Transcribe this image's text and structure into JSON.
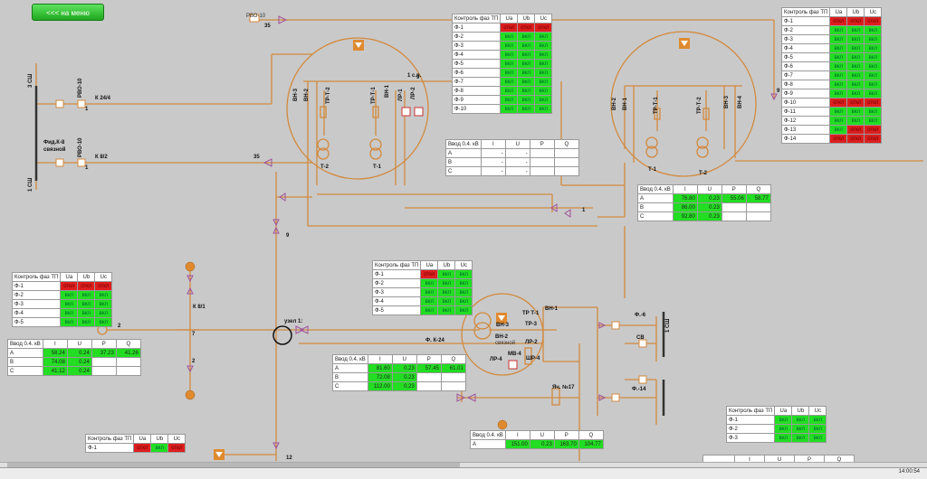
{
  "nav": {
    "back_label": "<<< на меню"
  },
  "status": {
    "time": "14:00:54"
  },
  "colors": {
    "line": "#d28a3e",
    "arrow": "#a0509a",
    "on": "#22dd22",
    "off": "#dd1e1e"
  },
  "labels": {
    "rvo10_top": "РВО-10",
    "n35_top": "35",
    "n35_mid": "35",
    "k24_4": "К 24/4",
    "k8_2": "К 8/2",
    "fid_k8": "Фид.К-8",
    "sv_left": "связной",
    "rvo10_a": "РВО-10",
    "rvo10_b": "РВО-10",
    "n1_a": "1",
    "n1_b": "1",
    "n1_c": "1",
    "n9_a": "9",
    "n9_b": "9",
    "n9_c": "9",
    "n2_a": "2",
    "n2_b": "2",
    "n7": "7",
    "n12": "12",
    "k8_1": "К 8/1",
    "uzel": "узел 1:",
    "f_k24": "Ф. К-24",
    "one_sv": "1 с.в.",
    "tr_t1": "ТР Т-1",
    "tr3": "ТР-3",
    "vn3": "ВН-3",
    "vn2": "ВН-2",
    "sv_small": "связной",
    "lr2": "ЛР-2",
    "lr4": "ЛР-4",
    "mv4": "МВ-4",
    "shr4": "ШР-4",
    "vn1_c": "ВН-1",
    "yach17": "Яч. №17",
    "f6": "Ф.-6",
    "f14": "Ф.-14",
    "sv": "СВ",
    "t2_l": "Т-2",
    "t1_l": "Т-1",
    "t1_r": "Т-1",
    "t2_r": "Т-2"
  },
  "vlabels": {
    "three_ssh": "3 СШ",
    "one_ssh_l": "1 СШ",
    "one_ssh_r": "1 СШ",
    "vn3_l": "ВН-3",
    "vn2_l": "ВН-2",
    "trt2": "ТР-Т-2",
    "trt1": "ТР-Т-1",
    "vn1_l": "ВН-1",
    "lr1": "ЛР-1",
    "lr2v": "ЛР-2",
    "vn2_r": "ВН-2",
    "vn1_r": "ВН-1",
    "trt1_r": "ТР-Т-1",
    "trt2_r": "ТР-Т-2",
    "vn3_r": "ВН-3",
    "vn4_r": "ВН-4"
  },
  "ctrl_headers": {
    "title": "Контроль фаз ТП",
    "ua": "Ua",
    "ub": "Ub",
    "uc": "Uc"
  },
  "vvod_headers": {
    "title": "Ввод 0.4. кВ",
    "i": "I",
    "u": "U",
    "p": "P",
    "q": "Q"
  },
  "state_text": {
    "on": "вкл",
    "off": "откл"
  },
  "ctrl_tables": [
    {
      "id": "ctrl1",
      "rows": [
        {
          "name": "Ф-1",
          "ua": "off",
          "ub": "off",
          "uc": "off"
        },
        {
          "name": "Ф-2",
          "ua": "on",
          "ub": "on",
          "uc": "on"
        },
        {
          "name": "Ф-3",
          "ua": "on",
          "ub": "on",
          "uc": "on"
        },
        {
          "name": "Ф-4",
          "ua": "on",
          "ub": "on",
          "uc": "on"
        },
        {
          "name": "Ф-5",
          "ua": "on",
          "ub": "on",
          "uc": "on"
        },
        {
          "name": "Ф-6",
          "ua": "on",
          "ub": "on",
          "uc": "on"
        },
        {
          "name": "Ф-7",
          "ua": "on",
          "ub": "on",
          "uc": "on"
        },
        {
          "name": "Ф-8",
          "ua": "on",
          "ub": "on",
          "uc": "on"
        },
        {
          "name": "Ф-9",
          "ua": "on",
          "ub": "on",
          "uc": "on"
        },
        {
          "name": "Ф-10",
          "ua": "on",
          "ub": "on",
          "uc": "on"
        }
      ]
    },
    {
      "id": "ctrl2",
      "rows": [
        {
          "name": "Ф-1",
          "ua": "off",
          "ub": "off",
          "uc": "off"
        },
        {
          "name": "Ф-2",
          "ua": "on",
          "ub": "on",
          "uc": "on"
        },
        {
          "name": "Ф-3",
          "ua": "on",
          "ub": "on",
          "uc": "on"
        },
        {
          "name": "Ф-4",
          "ua": "on",
          "ub": "on",
          "uc": "on"
        },
        {
          "name": "Ф-5",
          "ua": "on",
          "ub": "on",
          "uc": "on"
        },
        {
          "name": "Ф-6",
          "ua": "on",
          "ub": "on",
          "uc": "on"
        },
        {
          "name": "Ф-7",
          "ua": "on",
          "ub": "on",
          "uc": "on"
        },
        {
          "name": "Ф-8",
          "ua": "on",
          "ub": "on",
          "uc": "on"
        },
        {
          "name": "Ф-9",
          "ua": "on",
          "ub": "on",
          "uc": "on"
        },
        {
          "name": "Ф-10",
          "ua": "off",
          "ub": "off",
          "uc": "off"
        },
        {
          "name": "Ф-11",
          "ua": "on",
          "ub": "on",
          "uc": "on"
        },
        {
          "name": "Ф-12",
          "ua": "on",
          "ub": "on",
          "uc": "on"
        },
        {
          "name": "Ф-13",
          "ua": "on",
          "ub": "off",
          "uc": "off"
        },
        {
          "name": "Ф-14",
          "ua": "off",
          "ub": "off",
          "uc": "off"
        }
      ]
    },
    {
      "id": "ctrl3",
      "rows": [
        {
          "name": "Ф-1",
          "ua": "off",
          "ub": "off",
          "uc": "off"
        },
        {
          "name": "Ф-2",
          "ua": "on",
          "ub": "on",
          "uc": "on"
        },
        {
          "name": "Ф-3",
          "ua": "on",
          "ub": "on",
          "uc": "on"
        },
        {
          "name": "Ф-4",
          "ua": "on",
          "ub": "on",
          "uc": "on"
        },
        {
          "name": "Ф-5",
          "ua": "on",
          "ub": "on",
          "uc": "on"
        }
      ]
    },
    {
      "id": "ctrl4",
      "rows": [
        {
          "name": "Ф-1",
          "ua": "off",
          "ub": "on",
          "uc": "on"
        },
        {
          "name": "Ф-2",
          "ua": "on",
          "ub": "on",
          "uc": "on"
        },
        {
          "name": "Ф-3",
          "ua": "on",
          "ub": "on",
          "uc": "on"
        },
        {
          "name": "Ф-4",
          "ua": "on",
          "ub": "on",
          "uc": "on"
        },
        {
          "name": "Ф-5",
          "ua": "on",
          "ub": "on",
          "uc": "on"
        }
      ]
    },
    {
      "id": "ctrl5",
      "rows": [
        {
          "name": "Ф-1",
          "ua": "on",
          "ub": "on",
          "uc": "on"
        },
        {
          "name": "Ф-2",
          "ua": "on",
          "ub": "on",
          "uc": "on"
        },
        {
          "name": "Ф-3",
          "ua": "on",
          "ub": "on",
          "uc": "on"
        }
      ]
    },
    {
      "id": "ctrl6",
      "rows": [
        {
          "name": "Ф-1",
          "ua": "off",
          "ub": "on",
          "uc": "off"
        }
      ]
    }
  ],
  "vvod_tables": [
    {
      "id": "vvod1",
      "rows": [
        {
          "ph": "A",
          "i": "-",
          "u": "-",
          "p": "",
          "q": "",
          "g": [
            0,
            0,
            0,
            0
          ]
        },
        {
          "ph": "B",
          "i": "-",
          "u": "-",
          "p": "",
          "q": "",
          "g": [
            0,
            0,
            0,
            0
          ]
        },
        {
          "ph": "C",
          "i": "-",
          "u": "-",
          "p": "",
          "q": "",
          "g": [
            0,
            0,
            0,
            0
          ]
        }
      ]
    },
    {
      "id": "vvod2",
      "rows": [
        {
          "ph": "A",
          "i": "76.80",
          "u": "0.23",
          "p": "55.06",
          "q": "58.77",
          "g": [
            1,
            1,
            1,
            1
          ]
        },
        {
          "ph": "B",
          "i": "86.00",
          "u": "0.23",
          "p": "",
          "q": "",
          "g": [
            1,
            1,
            0,
            0
          ]
        },
        {
          "ph": "C",
          "i": "92.80",
          "u": "0.23",
          "p": "",
          "q": "",
          "g": [
            1,
            1,
            0,
            0
          ]
        }
      ]
    },
    {
      "id": "vvod3",
      "rows": [
        {
          "ph": "A",
          "i": "58.24",
          "u": "0.24",
          "p": "37.23",
          "q": "41.26",
          "g": [
            1,
            1,
            1,
            1
          ]
        },
        {
          "ph": "B",
          "i": "74.08",
          "u": "0.24",
          "p": "",
          "q": "",
          "g": [
            1,
            1,
            0,
            0
          ]
        },
        {
          "ph": "C",
          "i": "41.12",
          "u": "0.24",
          "p": "",
          "q": "",
          "g": [
            1,
            1,
            0,
            0
          ]
        }
      ]
    },
    {
      "id": "vvod4",
      "rows": [
        {
          "ph": "A",
          "i": "81.60",
          "u": "0.23",
          "p": "57.45",
          "q": "61.01",
          "g": [
            1,
            1,
            1,
            1
          ]
        },
        {
          "ph": "B",
          "i": "72.08",
          "u": "0.23",
          "p": "",
          "q": "",
          "g": [
            1,
            1,
            0,
            0
          ]
        },
        {
          "ph": "C",
          "i": "112.00",
          "u": "0.23",
          "p": "",
          "q": "",
          "g": [
            1,
            1,
            0,
            0
          ]
        }
      ]
    },
    {
      "id": "vvod5",
      "rows": [
        {
          "ph": "A",
          "i": "151.00",
          "u": "0.23",
          "p": "163.70",
          "q": "104.77",
          "g": [
            1,
            1,
            1,
            1
          ]
        }
      ]
    }
  ],
  "vvod6": {
    "i": "I",
    "u": "U",
    "p": "P",
    "q": "Q"
  }
}
